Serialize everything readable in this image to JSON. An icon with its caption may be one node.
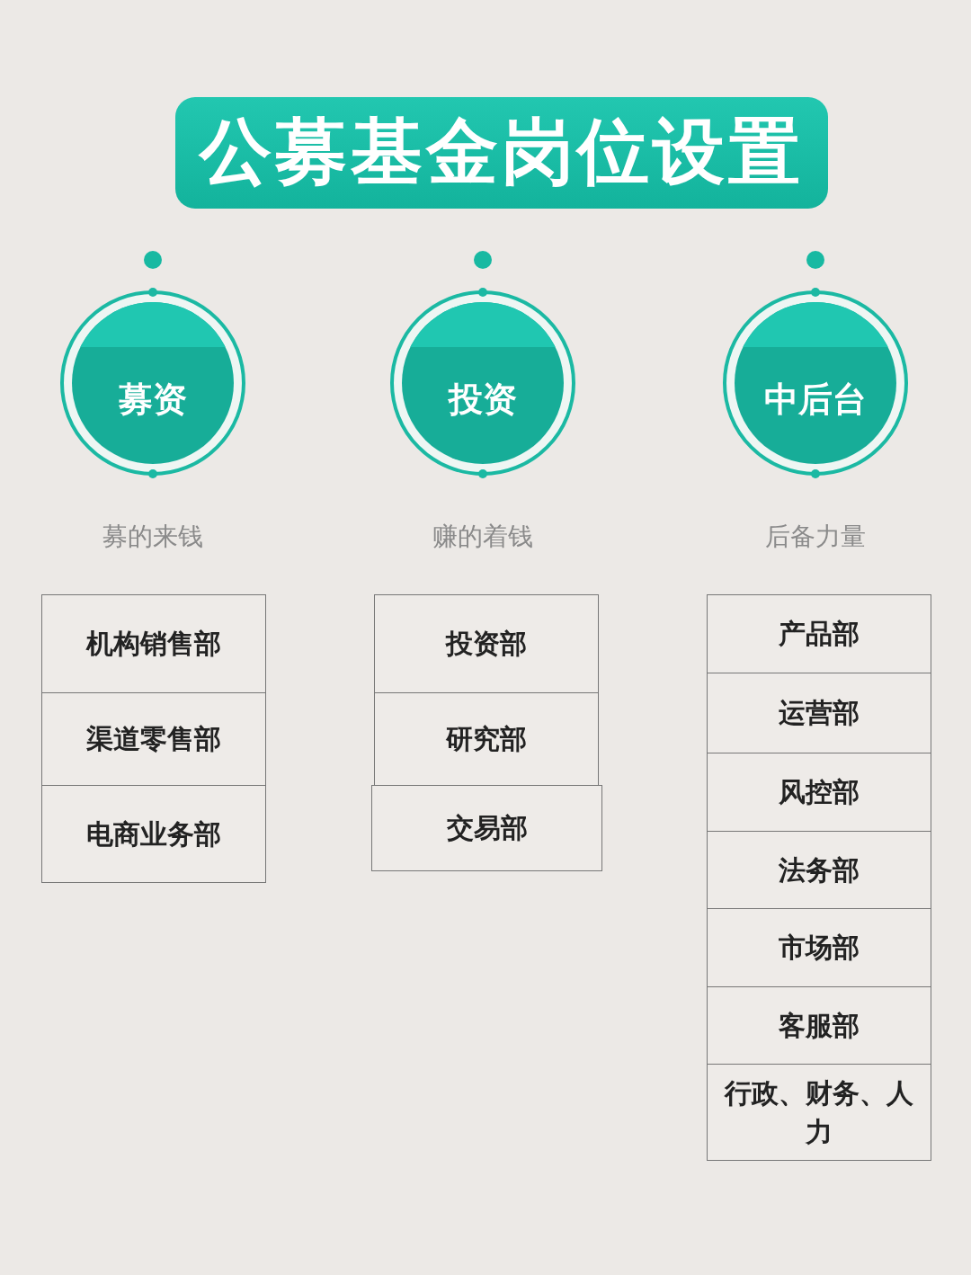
{
  "diagram": {
    "title": "公募基金岗位设置",
    "nodes": [
      {
        "text": [
          "募资"
        ],
        "beside": [
          "募的来钱"
        ]
      },
      {
        "text": [
          "机构销售部"
        ]
      },
      {
        "text": [
          "渠道零售部"
        ]
      },
      {
        "text": [
          "电商业务部"
        ]
      },
      {
        "text": [
          "投资"
        ],
        "beside": [
          "赚的着钱"
        ]
      },
      {
        "text": [
          "投资部"
        ]
      },
      {
        "text": [
          "研究部"
        ]
      },
      {
        "text": [
          "交易部"
        ]
      },
      {
        "text": [
          "中后台"
        ],
        "beside": [
          "后备力量"
        ]
      },
      {
        "text": [
          "产品部"
        ]
      },
      {
        "text": [
          "运营部"
        ]
      },
      {
        "text": [
          "风控部"
        ]
      },
      {
        "text": [
          "法务部"
        ]
      },
      {
        "text": [
          "市场部"
        ]
      },
      {
        "text": [
          "客服部"
        ]
      },
      {
        "text": [
          "行政、财务、人力"
        ]
      }
    ]
  }
}
